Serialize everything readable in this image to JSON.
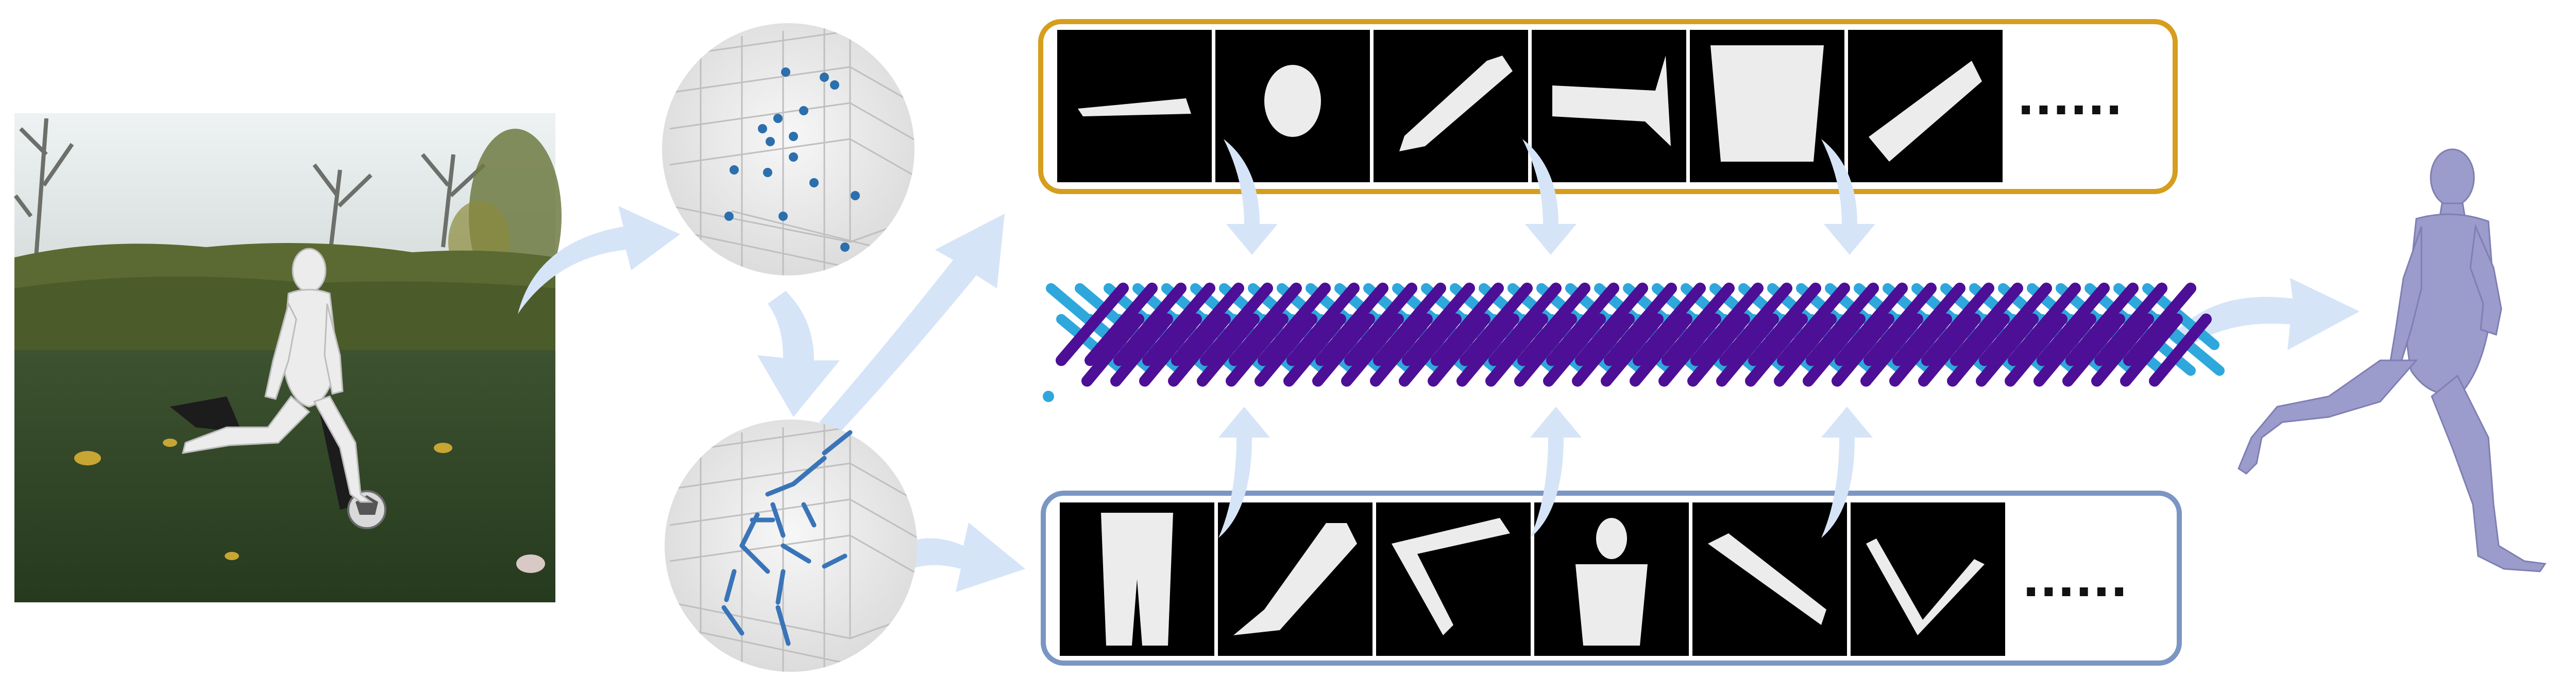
{
  "colors": {
    "background": "#ffffff",
    "arrow": "#d6e4f8",
    "top_box_border": "#d69e1e",
    "bottom_box_border": "#7b96c4",
    "token_light": "#2ea8dc",
    "token_dark": "#4d0f96",
    "mesh_final": "#9b9bcc",
    "part_tile": "#000000",
    "part_mesh": "#ececec"
  },
  "icons": {
    "input": "photo-of-person-kicking-ball",
    "joints": "3d-joint-scatter-plot",
    "bones": "3d-bone-segment-plot",
    "output": "3d-human-mesh-figure"
  },
  "top_row": {
    "parts": [
      "forearm",
      "head",
      "lower-leg-foot",
      "foot",
      "torso",
      "upper-arm"
    ],
    "ellipsis": "......"
  },
  "bottom_row": {
    "parts": [
      "legs",
      "leg-bent",
      "leg-folded",
      "torso-neck",
      "lower-leg",
      "arm-bent"
    ],
    "ellipsis": "......"
  }
}
